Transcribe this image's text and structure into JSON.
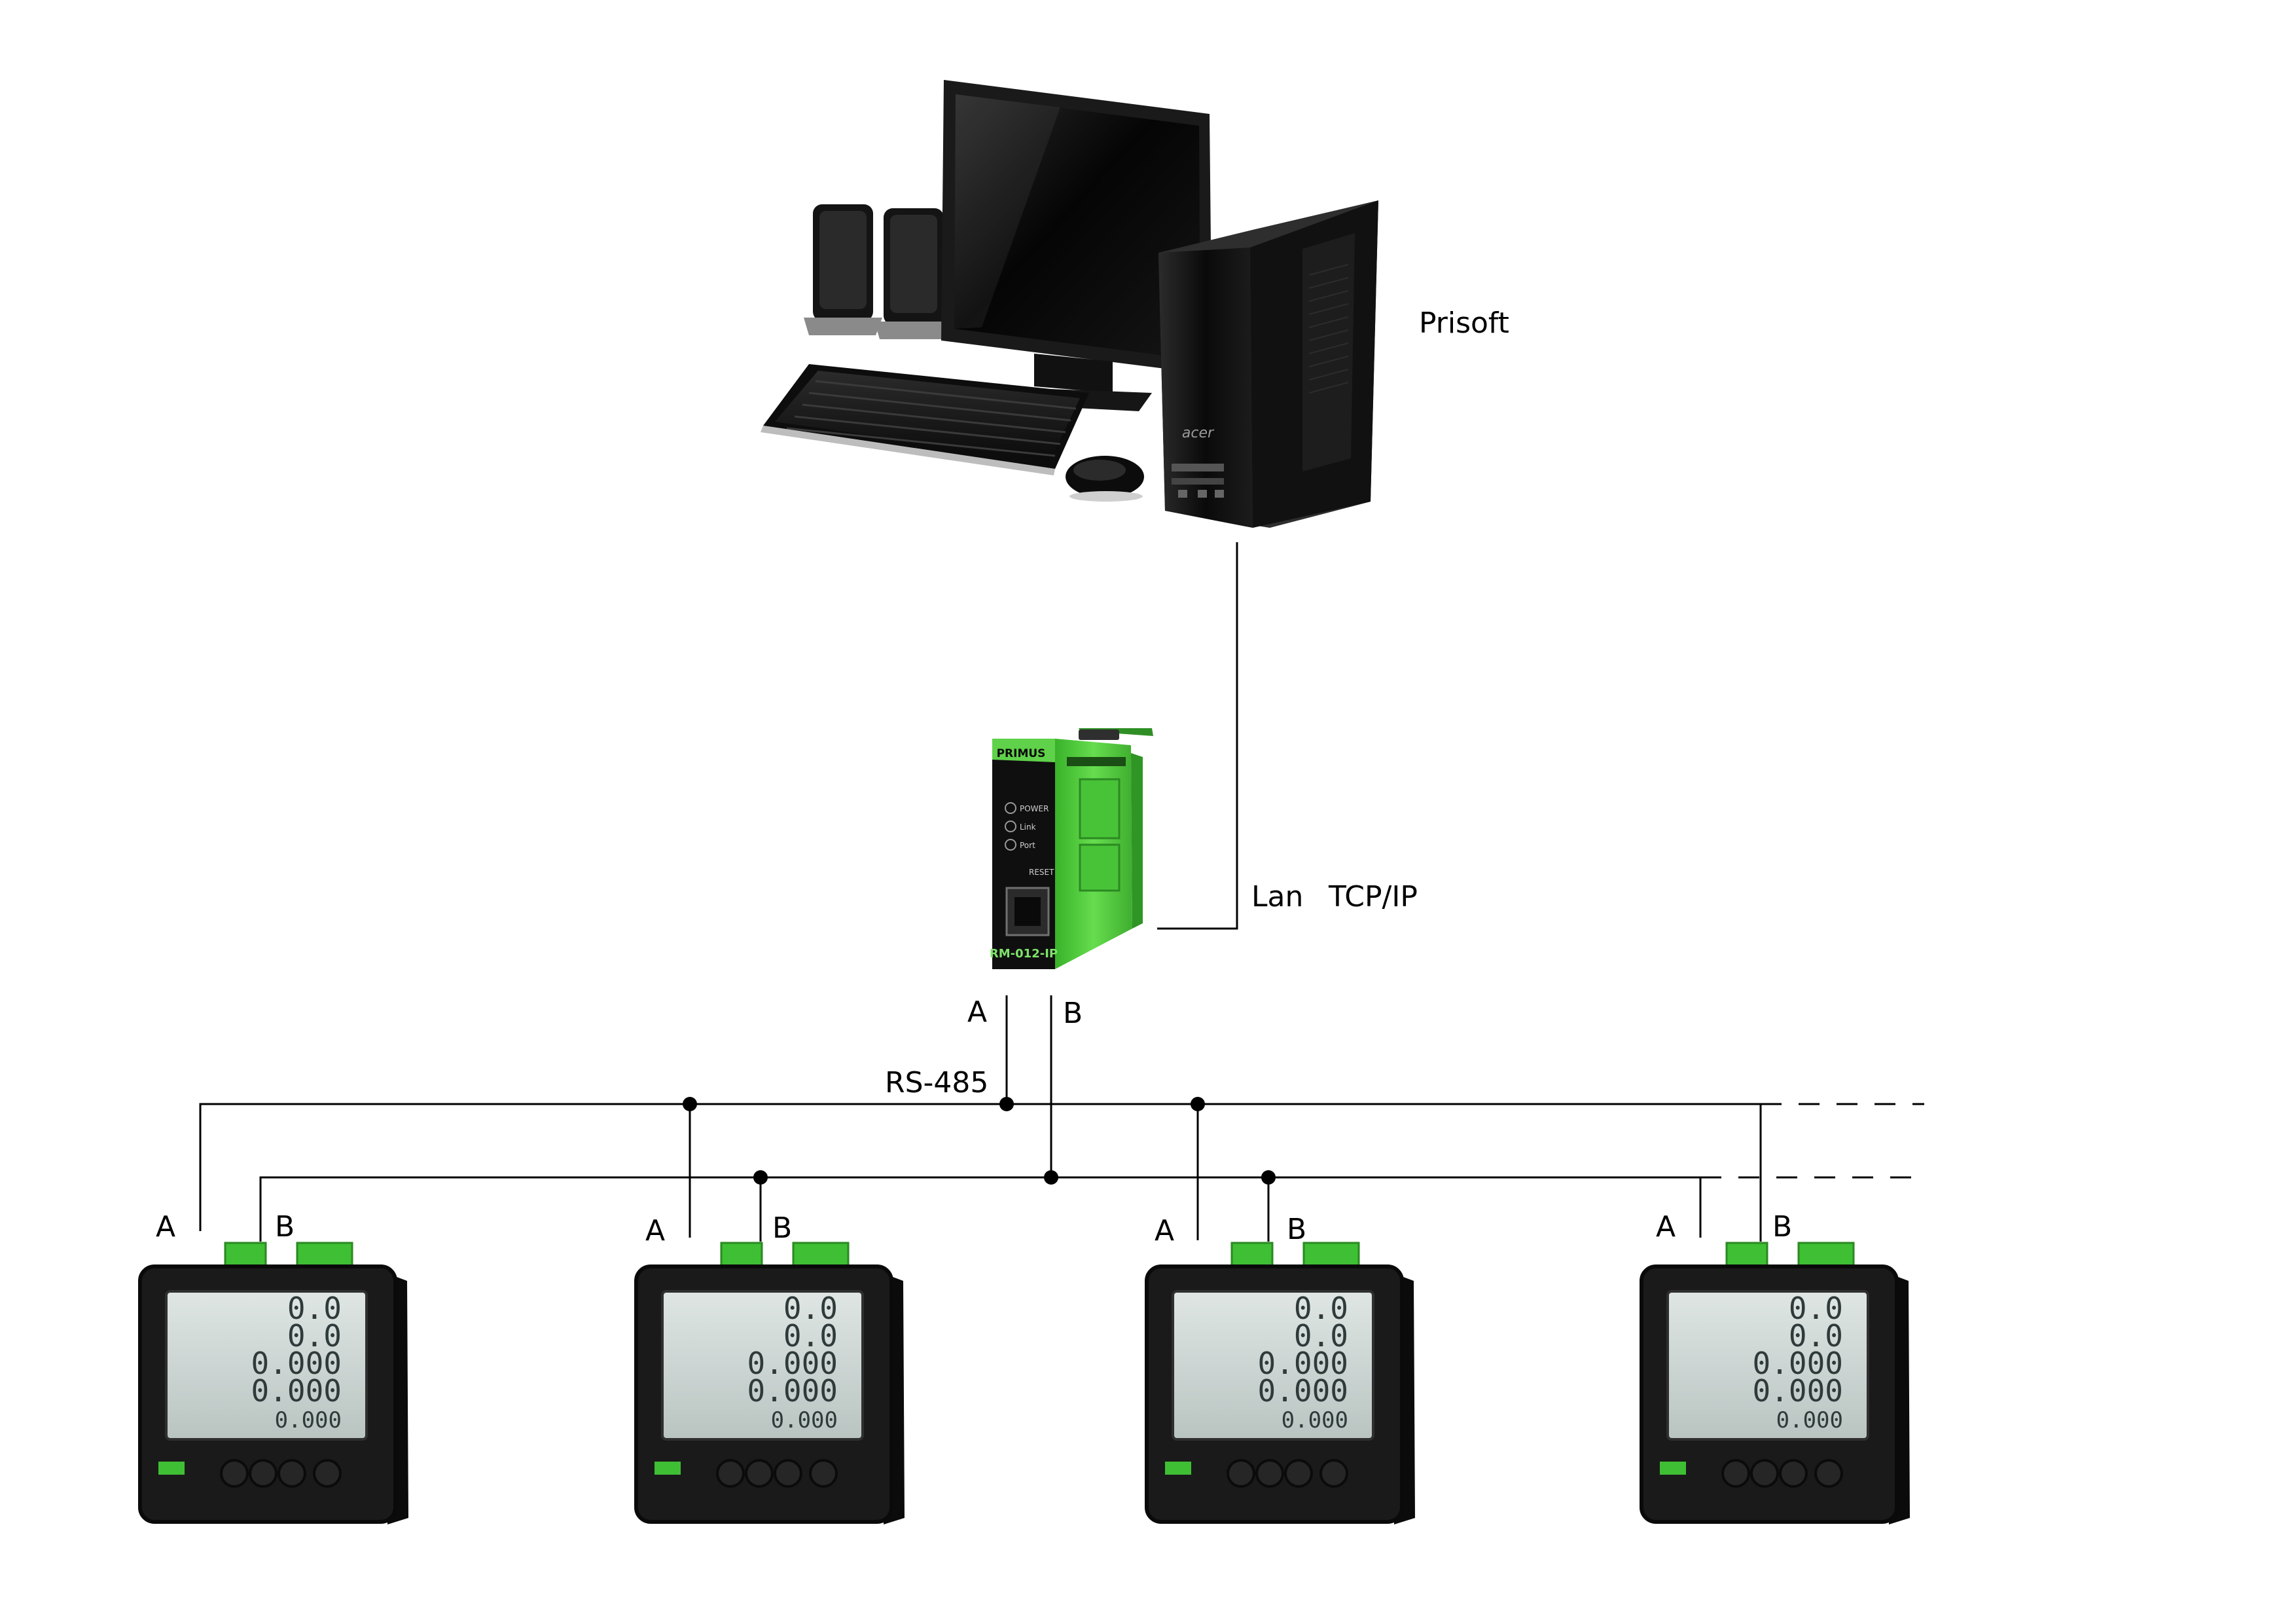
{
  "computer": {
    "label": "Prisoft",
    "brand": "acer"
  },
  "gateway": {
    "brand": "PRIMUS",
    "model": "RM-012-IP",
    "leds": [
      "POWER",
      "Link",
      "Port"
    ],
    "reset_label": "RESET",
    "color": "#5fd14a"
  },
  "network": {
    "lan_label": "Lan",
    "protocol_label": "TCP/IP",
    "bus_label": "RS-485",
    "terminal_a": "A",
    "terminal_b": "B"
  },
  "meters": [
    {
      "terminal_a": "A",
      "terminal_b": "B",
      "display": [
        "0.0",
        "0.0",
        "0.000",
        "0.000",
        "0.000"
      ]
    },
    {
      "terminal_a": "A",
      "terminal_b": "B",
      "display": [
        "0.0",
        "0.0",
        "0.000",
        "0.000",
        "0.000"
      ]
    },
    {
      "terminal_a": "A",
      "terminal_b": "B",
      "display": [
        "0.0",
        "0.0",
        "0.000",
        "0.000",
        "0.000"
      ]
    },
    {
      "terminal_a": "A",
      "terminal_b": "B",
      "display": [
        "0.0",
        "0.0",
        "0.000",
        "0.000",
        "0.000"
      ]
    }
  ]
}
